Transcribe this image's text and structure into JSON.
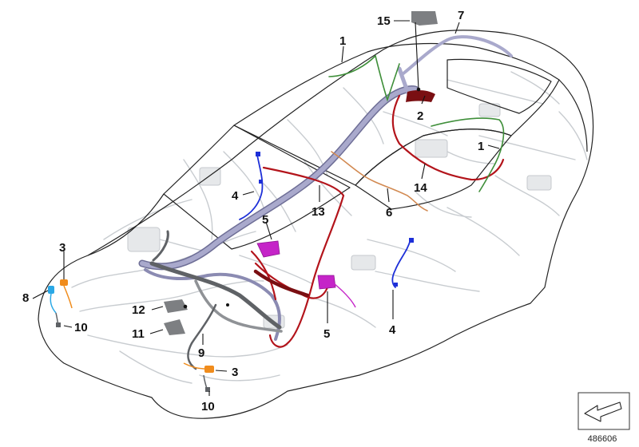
{
  "diagram": {
    "reference_number": "486606",
    "callouts": [
      {
        "id": "c1a",
        "text": "1"
      },
      {
        "id": "c1b",
        "text": "1"
      },
      {
        "id": "c2",
        "text": "2"
      },
      {
        "id": "c3a",
        "text": "3"
      },
      {
        "id": "c3b",
        "text": "3"
      },
      {
        "id": "c4a",
        "text": "4"
      },
      {
        "id": "c4b",
        "text": "4"
      },
      {
        "id": "c5a",
        "text": "5"
      },
      {
        "id": "c5b",
        "text": "5"
      },
      {
        "id": "c6",
        "text": "6"
      },
      {
        "id": "c7",
        "text": "7"
      },
      {
        "id": "c8",
        "text": "8"
      },
      {
        "id": "c9",
        "text": "9"
      },
      {
        "id": "c10a",
        "text": "10"
      },
      {
        "id": "c10b",
        "text": "10"
      },
      {
        "id": "c11",
        "text": "11"
      },
      {
        "id": "c12",
        "text": "12"
      },
      {
        "id": "c13",
        "text": "13"
      },
      {
        "id": "c14",
        "text": "14"
      },
      {
        "id": "c15",
        "text": "15"
      }
    ],
    "colors": {
      "body_outline": "#222222",
      "ghost_wiring": "#c8ccd0",
      "main_harness": "#a9a9cc",
      "main_harness_dark": "#6e6e96",
      "harness_red": "#b3141b",
      "harness_dark_red": "#7a0f12",
      "harness_green": "#3f8f3a",
      "harness_blue": "#1d2fd8",
      "harness_magenta": "#c524c8",
      "harness_orange": "#d28a52",
      "harness_grey": "#5f6266",
      "connector_orange": "#f08c1c",
      "connector_cyan": "#2aa8e6",
      "part_grey": "#7d7f82"
    }
  }
}
